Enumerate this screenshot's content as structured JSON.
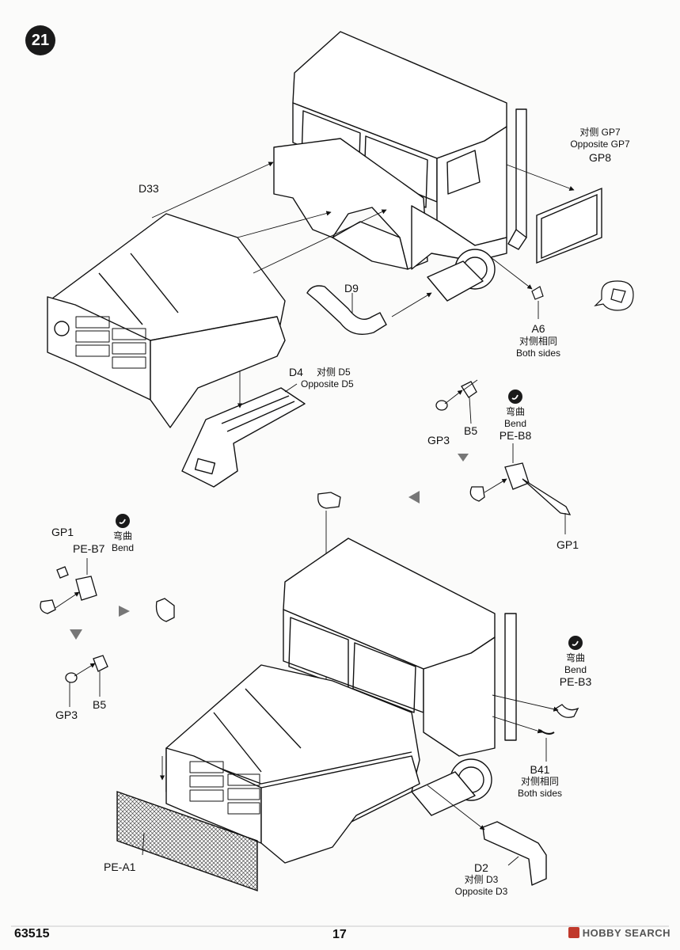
{
  "step": {
    "number": "21"
  },
  "labels": {
    "d33": "D33",
    "gp7_cn": "对侧 GP7",
    "gp7_en": "Opposite GP7",
    "gp8": "GP8",
    "d9": "D9",
    "a6": "A6",
    "a6_cn": "对侧相同",
    "a6_en": "Both sides",
    "d4": "D4",
    "d5_cn": "对侧 D5",
    "d5_en": "Opposite D5",
    "bend1_cn": "弯曲",
    "bend1_en": "Bend",
    "pe_b8": "PE-B8",
    "gp3_top": "GP3",
    "b5_top": "B5",
    "gp1_right": "GP1",
    "gp1_left": "GP1",
    "pe_b7": "PE-B7",
    "bend2_cn": "弯曲",
    "bend2_en": "Bend",
    "gp3_left": "GP3",
    "b5_left": "B5",
    "bend3_cn": "弯曲",
    "bend3_en": "Bend",
    "pe_b3": "PE-B3",
    "b41": "B41",
    "b41_cn": "对侧相同",
    "b41_en": "Both sides",
    "pe_a1": "PE-A1",
    "d2": "D2",
    "d3_cn": "对侧 D3",
    "d3_en": "Opposite D3"
  },
  "footer": {
    "kit_number": "63515",
    "page_number": "17",
    "logo_text": "HOBBY SEARCH"
  },
  "icons": {
    "step_badge": "circle-number-badge",
    "bend": "bend-icon",
    "arrow": "assembly-direction-arrow"
  },
  "colors": {
    "ink": "#111111",
    "paper": "#fbfbfa",
    "badge": "#1a1a1a",
    "logo": "#c0392b"
  }
}
